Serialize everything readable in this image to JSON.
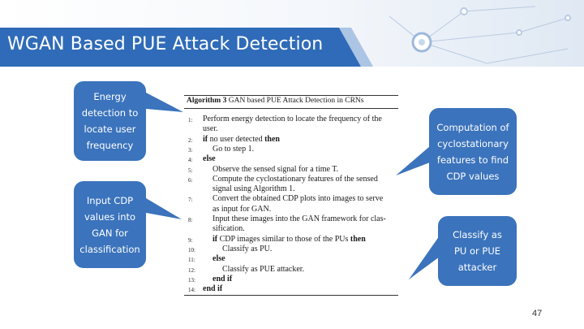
{
  "slide": {
    "title": "WGAN Based PUE Attack Detection",
    "page_number": "47"
  },
  "callouts": {
    "energy": [
      "Energy",
      "detection to",
      "locate user",
      "frequency"
    ],
    "input": [
      "Input CDP",
      "values into",
      "GAN for",
      "classification"
    ],
    "computation": [
      "Computation of",
      "cyclostationary",
      "features to find",
      "CDP values"
    ],
    "classify": [
      "Classify as",
      "PU or PUE",
      "attacker"
    ]
  },
  "algorithm": {
    "label": "Algorithm 3",
    "caption": "GAN based PUE Attack Detection in CRNs",
    "lines": [
      {
        "n": "1:",
        "text": "Perform energy detection to locate the frequency of the"
      },
      {
        "n": "",
        "text": "user."
      },
      {
        "n": "2:",
        "kw": "if",
        "text": "no user detected",
        "kw2": "then"
      },
      {
        "n": "3:",
        "text": "Go to step 1."
      },
      {
        "n": "4:",
        "kw": "else",
        "text": ""
      },
      {
        "n": "5:",
        "text": "Observe the sensed signal for a time T."
      },
      {
        "n": "6:",
        "text": "Compute the cyclostationary features of the sensed"
      },
      {
        "n": "",
        "text": "signal using Algorithm 1."
      },
      {
        "n": "7:",
        "text": "Convert the obtained CDP plots into images to serve"
      },
      {
        "n": "",
        "text": "as input for GAN."
      },
      {
        "n": "8:",
        "text": "Input these images into the GAN framework for clas-"
      },
      {
        "n": "",
        "text": "sification."
      },
      {
        "n": "9:",
        "kw": "if",
        "text": "CDP images similar to those of the PUs",
        "kw2": "then"
      },
      {
        "n": "10:",
        "text": "Classify as PU."
      },
      {
        "n": "11:",
        "kw": "else",
        "text": ""
      },
      {
        "n": "12:",
        "text": "Classify as PUE attacker."
      },
      {
        "n": "13:",
        "kw": "end if",
        "text": ""
      },
      {
        "n": "14:",
        "kw": "end if",
        "text": ""
      }
    ]
  },
  "colors": {
    "banner": "#2f6bb8",
    "callout": "#3b73bc"
  }
}
